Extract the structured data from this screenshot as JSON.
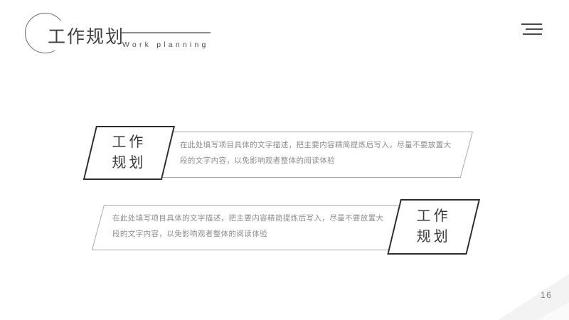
{
  "header": {
    "title": "工作规划",
    "subtitle": "Work planning"
  },
  "rows": [
    {
      "label_line1": "工作",
      "label_line2": "规划",
      "desc_line1": "在此处填写项目具体的文字描述，把主要内容精简提炼后写入，尽量不要放置大",
      "desc_line2": "段的文字内容，以免影响观者整体的阅读体验"
    },
    {
      "label_line1": "工作",
      "label_line2": "规划",
      "desc_line1": "在此处填写项目具体的文字描述，把主要内容精简提炼后写入，尽量不要放置大",
      "desc_line2": "段的文字内容，以免影响观者整体的阅读体验"
    }
  ],
  "footer": {
    "page_number": "16"
  },
  "colors": {
    "shape_border_dark": "#2c2c2c",
    "box_border_gray": "#a8a8a8",
    "desc_text_gray": "#8c8c8c",
    "title_text_dark": "#3a3a3a",
    "corner_band_gray": "#f3f3f4"
  }
}
